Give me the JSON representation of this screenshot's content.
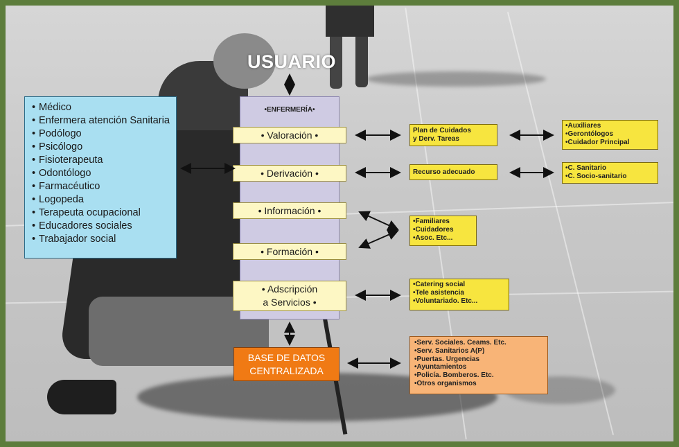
{
  "title": "USUARIO",
  "professionals": [
    "Médico",
    "Enfermera atención Sanitaria",
    "Podólogo",
    "Psicólogo",
    "Fisioterapeuta",
    "Odontólogo",
    "Farmacéutico",
    "Logopeda",
    "Terapeuta ocupacional",
    "Educadores sociales",
    "Trabajador social"
  ],
  "nursing": {
    "title": "•ENFERMERÍA•",
    "steps": {
      "valoracion": "• Valoración •",
      "derivacion": "• Derivación •",
      "informacion": "• Información •",
      "formacion": "• Formación •",
      "adscripcion_1": "• Adscripción",
      "adscripcion_2": "a Servicios •"
    }
  },
  "outcomes": {
    "plan": [
      "Plan de Cuidados",
      "y Derv. Tareas"
    ],
    "recurso": "Recurso adecuado",
    "familiares": [
      "•Familiares",
      "•Cuidadores",
      "•Asoc. Etc..."
    ],
    "servicios": [
      "•Catering social",
      "•Tele asistencia",
      "•Voluntariado. Etc..."
    ],
    "auxiliares": [
      "•Auxiliares",
      "•Gerontólogos",
      "•Cuidador Principal"
    ],
    "centros": [
      "•C. Sanitario",
      "•C. Socio-sanitario"
    ]
  },
  "database": {
    "label_1": "BASE DE DATOS",
    "label_2": "CENTRALIZADA",
    "organisms": [
      "•Serv. Sociales. Ceams. Etc.",
      "•Serv. Sanitarios A(P)",
      "•Puertas. Urgencias",
      "•Ayuntamientos",
      "•Policía. Bomberos. Etc.",
      "•Otros organismos"
    ]
  },
  "colors": {
    "frame": "#5d7d3c",
    "professionals_box": "#a9dff1",
    "nursing_column": "#cfcbe3",
    "step_box": "#fdf7c4",
    "outcome_box": "#f7e53f",
    "database_box": "#f07a14",
    "organisms_box": "#f8b477"
  }
}
